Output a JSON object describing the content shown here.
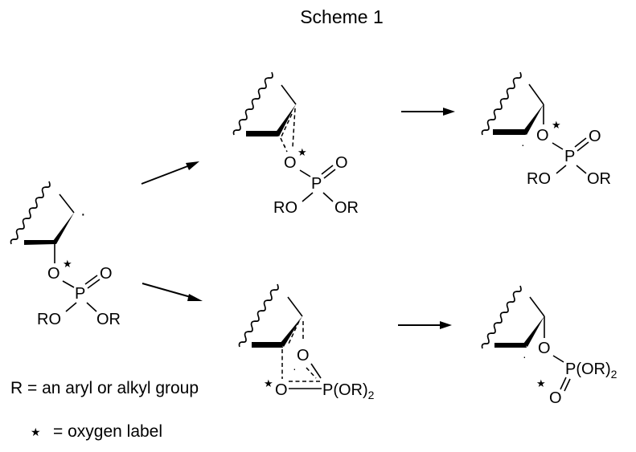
{
  "title": "Scheme 1",
  "atoms": {
    "O": "O",
    "P": "P",
    "RO": "RO",
    "OR": "OR",
    "POR2": "P(OR)",
    "sub2": "2",
    "radical_dot": "·"
  },
  "star_symbol": "★",
  "structures": [
    {
      "id": "reactant",
      "description": "radical with labeled O-phosphate"
    },
    {
      "id": "intermediate-top",
      "description": "three-membered cyclic transition (1,2-shift)"
    },
    {
      "id": "product-top",
      "description": "migrated phosphate, label retained on ester O"
    },
    {
      "id": "intermediate-bottom",
      "description": "five-membered cyclic transition"
    },
    {
      "id": "product-bottom",
      "description": "migrated phosphate, label on P=O"
    }
  ],
  "arrows": [
    {
      "from": "reactant",
      "to": "intermediate-top"
    },
    {
      "from": "intermediate-top",
      "to": "product-top"
    },
    {
      "from": "reactant",
      "to": "intermediate-bottom"
    },
    {
      "from": "intermediate-bottom",
      "to": "product-bottom"
    }
  ],
  "legend": {
    "r_definition": "R = an aryl or alkyl group",
    "star_definition": "= oxygen label"
  }
}
